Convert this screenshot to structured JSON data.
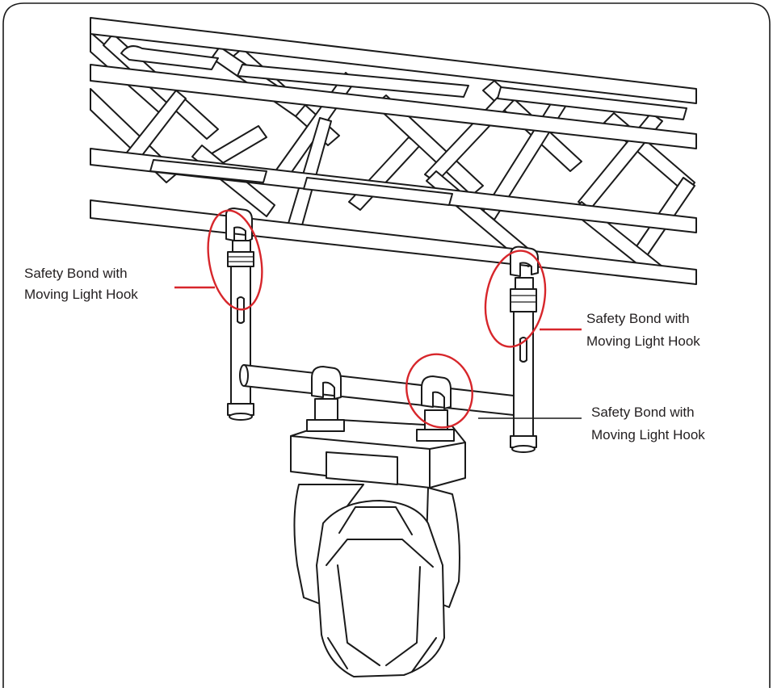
{
  "callouts": [
    {
      "id": "left-hook",
      "lines": [
        "Safety Bond with",
        "Moving Light Hook"
      ]
    },
    {
      "id": "right-hook",
      "lines": [
        "Safety Bond with",
        "Moving Light Hook"
      ]
    },
    {
      "id": "center-hook",
      "lines": [
        "Safety Bond with",
        "Moving Light Hook"
      ]
    }
  ],
  "colors": {
    "callout_ring": "#d7262b",
    "line_art": "#1a1a1a",
    "frame": "#1a1a1a",
    "background": "#ffffff"
  }
}
